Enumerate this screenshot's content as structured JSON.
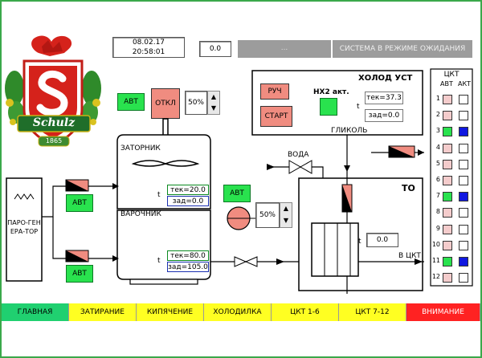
{
  "header": {
    "date": "08.02.17",
    "time": "20:58:01",
    "value": "0.0",
    "empty_field": "...",
    "status": "СИСТЕМА В РЕЖИМЕ ОЖИДАНИЯ"
  },
  "logo": {
    "brand": "Schulz",
    "year": "1865"
  },
  "mash": {
    "auto_label": "АВТ",
    "off_label": "ОТКЛ",
    "speed": "50%",
    "mash_tun_label": "ЗАТОРНИК",
    "t_symbol": "t",
    "tek": "тек=20.0",
    "zad": "зад=0.0",
    "boiler_label": "ВАРОЧНИК",
    "boil_tek": "тек=80.0",
    "boil_zad": "зад=105.0"
  },
  "steam": {
    "label": "ПАРО-ГЕНЕРА-ТОР",
    "auto_top": "АВТ",
    "auto_bottom": "АВТ"
  },
  "pump": {
    "auto_label": "АВТ",
    "speed": "50%"
  },
  "cold": {
    "title": "ХОЛОД УСТ",
    "manual_label": "РУЧ",
    "start_label": "СТАРТ",
    "hx2_label": "НХ2 акт.",
    "t_symbol": "t",
    "tek": "тек=37.3",
    "zad": "зад=0.0",
    "glycol_label": "ГЛИКОЛЬ"
  },
  "hx": {
    "water_label": "ВОДА",
    "to_label": "ТО",
    "t_symbol": "t",
    "value": "0.0",
    "to_ckt_label": "В ЦКТ"
  },
  "ckt": {
    "title": "ЦКТ",
    "col_auto": "АВТ",
    "col_akt": "АКТ",
    "rows": [
      {
        "num": "1",
        "auto": "off",
        "akt": "off"
      },
      {
        "num": "2",
        "auto": "off",
        "akt": "off"
      },
      {
        "num": "3",
        "auto": "on",
        "akt": "on"
      },
      {
        "num": "4",
        "auto": "off",
        "akt": "off"
      },
      {
        "num": "5",
        "auto": "off",
        "akt": "off"
      },
      {
        "num": "6",
        "auto": "off",
        "akt": "off"
      },
      {
        "num": "7",
        "auto": "on",
        "akt": "on"
      },
      {
        "num": "8",
        "auto": "off",
        "akt": "off"
      },
      {
        "num": "9",
        "auto": "off",
        "akt": "off"
      },
      {
        "num": "10",
        "auto": "off",
        "akt": "off"
      },
      {
        "num": "11",
        "auto": "on",
        "akt": "on"
      },
      {
        "num": "12",
        "auto": "off",
        "akt": "off"
      }
    ]
  },
  "nav": {
    "items": [
      {
        "label": "ГЛАВНАЯ",
        "color": "#20d070"
      },
      {
        "label": "ЗАТИРАНИЕ",
        "color": "#ffff22"
      },
      {
        "label": "КИПЯЧЕНИЕ",
        "color": "#ffff22"
      },
      {
        "label": "ХОЛОДИЛКА",
        "color": "#ffff22"
      },
      {
        "label": "ЦКТ 1-6",
        "color": "#ffff22"
      },
      {
        "label": "ЦКТ 7-12",
        "color": "#ffff22"
      },
      {
        "label": "ВНИМАНИЕ",
        "color": "#ff2222"
      }
    ]
  },
  "colors": {
    "green": "#29e24e",
    "salmon": "#f08c80",
    "blue": "#1018e0",
    "pale_pink": "#f4cccc"
  }
}
